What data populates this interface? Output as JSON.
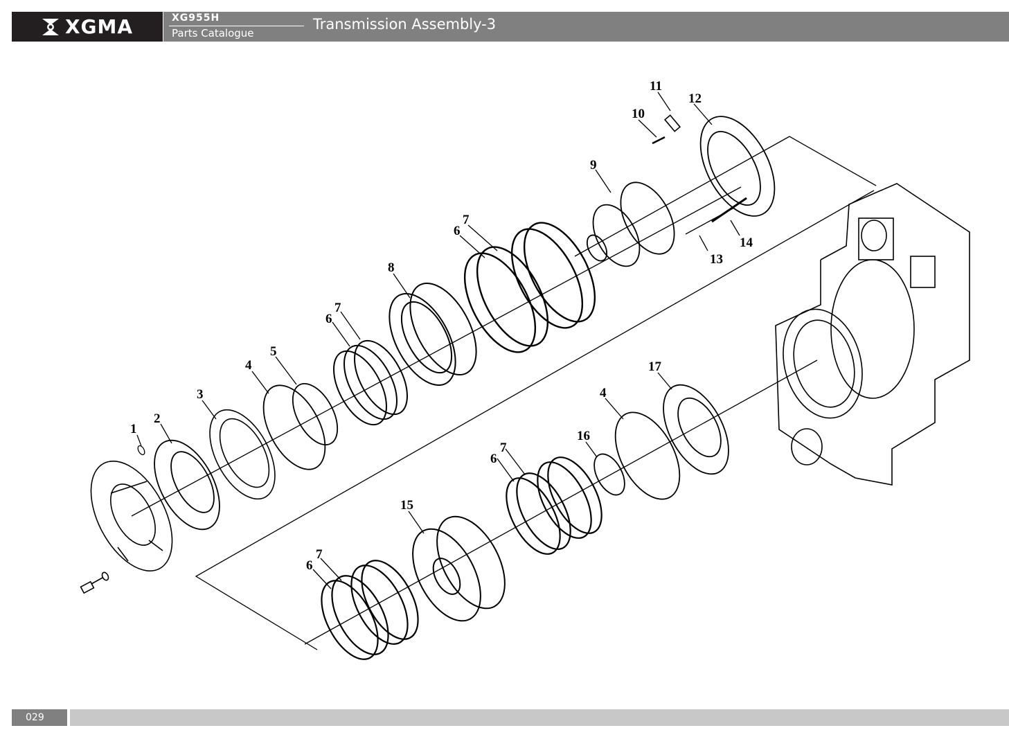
{
  "header": {
    "brand": "XGMA",
    "model": "XG955H",
    "catalog_label": "Parts Catalogue",
    "title": "Transmission Assembly-3"
  },
  "footer": {
    "page_number": "029"
  },
  "callouts": {
    "c1": "1",
    "c2": "2",
    "c3": "3",
    "c4a": "4",
    "c5": "5",
    "c6a": "6",
    "c7a": "7",
    "c8": "8",
    "c6b": "6",
    "c7b": "7",
    "c9": "9",
    "c10": "10",
    "c11": "11",
    "c12": "12",
    "c13": "13",
    "c14": "14",
    "c17": "17",
    "c4b": "4",
    "c16": "16",
    "c6c": "6",
    "c7c": "7",
    "c15": "15",
    "c6d": "6",
    "c7d": "7"
  },
  "colors": {
    "header_bg": "#808080",
    "logo_bg": "#231f20",
    "footer_bar": "#c8c8c8"
  }
}
